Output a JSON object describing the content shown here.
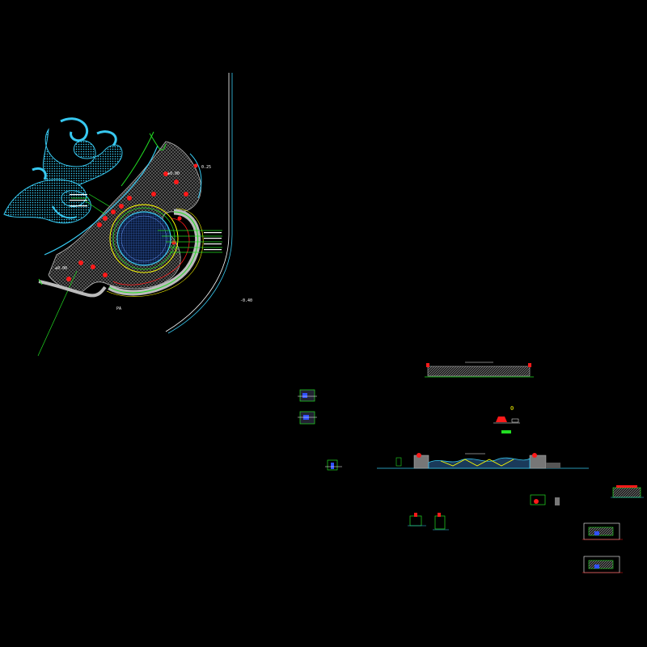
{
  "drawing": {
    "background": "#000000",
    "colors": {
      "cyan": "#37c8f0",
      "green": "#22dd22",
      "yellow": "#ffff00",
      "red": "#ff1a1a",
      "white": "#ffffff",
      "grey": "#9a9a9a",
      "blue": "#3050ff",
      "magenta": "#ff30ff"
    },
    "labels": {
      "elev_top": "0.25",
      "elev_mid": "±0.00",
      "elev_left": "±0.00",
      "elev_right": "-0.40",
      "plan_tag": "PA",
      "section_mark": "0"
    }
  }
}
